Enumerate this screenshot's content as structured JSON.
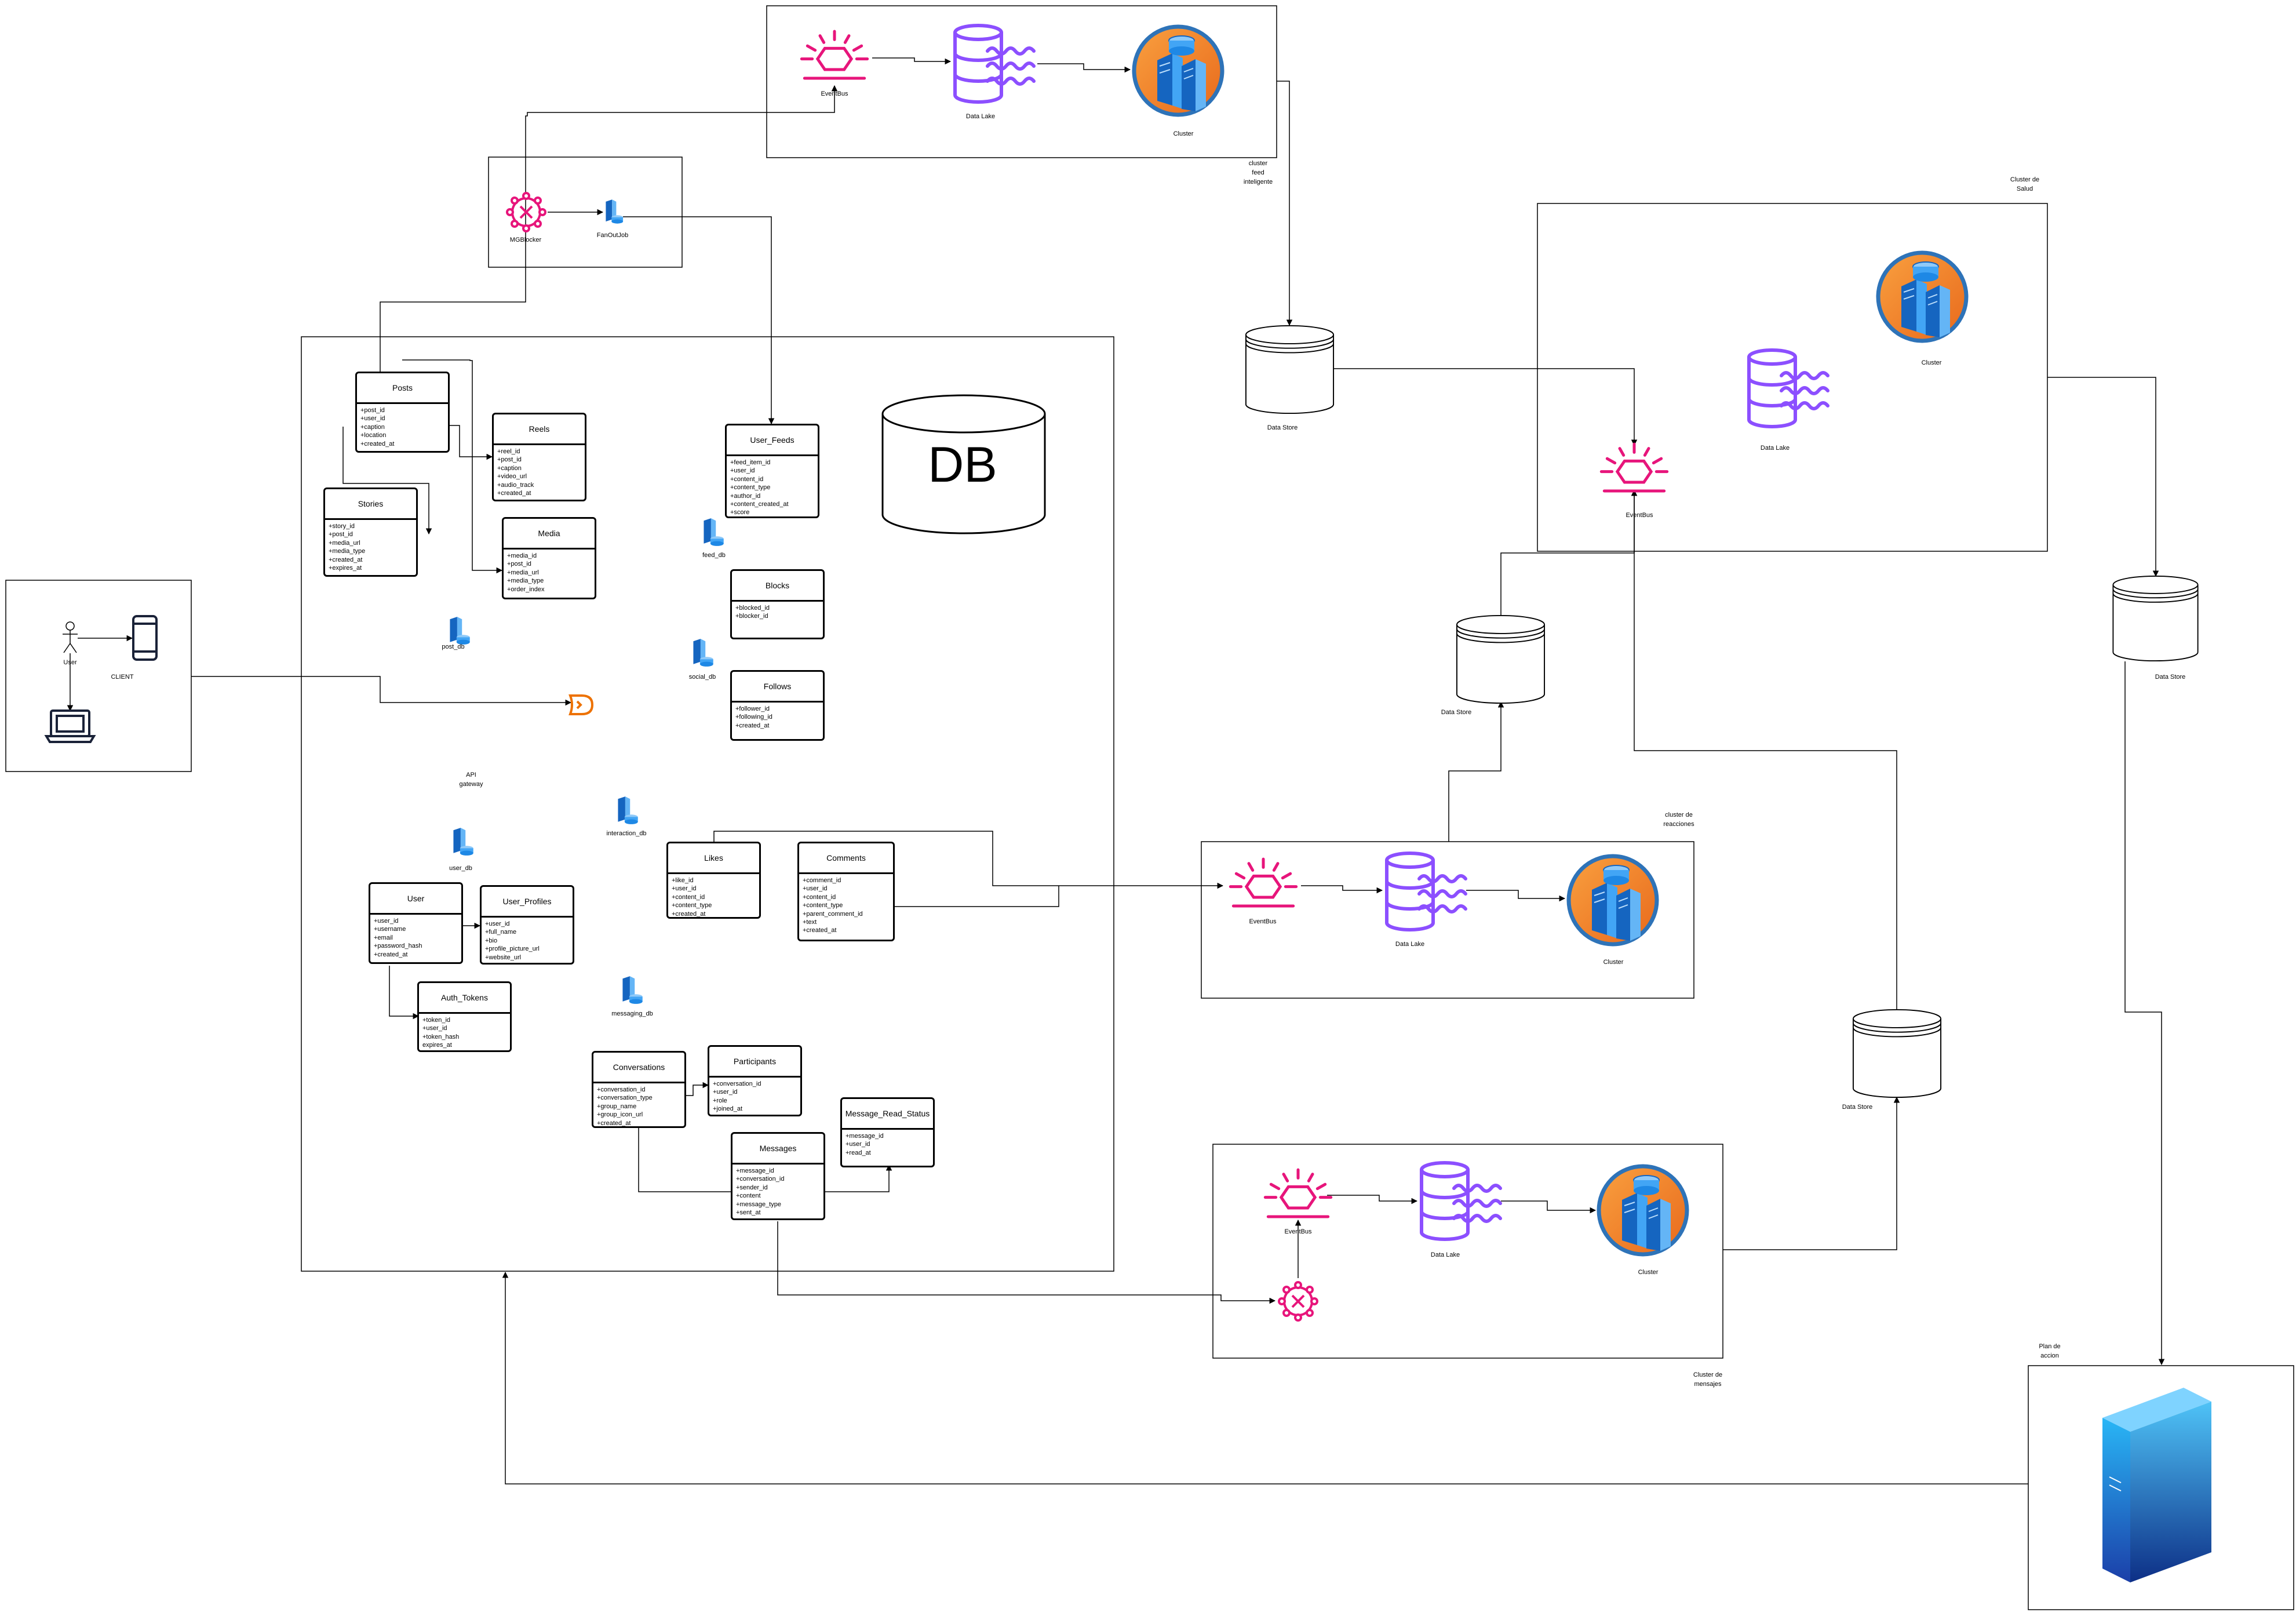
{
  "labels": {
    "eventbus": "EventBus",
    "data_lake": "Data Lake",
    "cluster": "Cluster",
    "data_store": "Data Store",
    "mgblocker": "MGBlocker",
    "fanoutjob": "FanOutJob",
    "client": "CLIENT",
    "user_actor": "User",
    "api_gateway_1": "API",
    "api_gateway_2": "gateway",
    "big_db": "DB",
    "cluster_feed": [
      "cluster",
      "feed",
      "inteligente"
    ],
    "cluster_salud": [
      "Cluster de",
      "Salud"
    ],
    "cluster_reacciones": [
      "cluster de",
      "reacciones"
    ],
    "cluster_mensajes": [
      "Cluster de",
      "mensajes"
    ],
    "plan_accion": [
      "Plan de",
      "accion"
    ]
  },
  "dbs": {
    "post_db": "post_db",
    "feed_db": "feed_db",
    "social_db": "social_db",
    "interaction_db": "interaction_db",
    "user_db": "user_db",
    "messaging_db": "messaging_db"
  },
  "tables": {
    "posts": {
      "title": "Posts",
      "fields": [
        "+post_id",
        "+user_id",
        "+caption",
        "+location",
        "+created_at"
      ]
    },
    "reels": {
      "title": "Reels",
      "fields": [
        "+reel_id",
        "+post_id",
        "+caption",
        "+video_url",
        "+audio_track",
        "+created_at"
      ]
    },
    "stories": {
      "title": "Stories",
      "fields": [
        "+story_id",
        "+post_id",
        "+media_url",
        "+media_type",
        "+created_at",
        "+expires_at"
      ]
    },
    "media": {
      "title": "Media",
      "fields": [
        "+media_id",
        "+post_id",
        "+media_url",
        "+media_type",
        "+order_index"
      ]
    },
    "user_feeds": {
      "title": "User_Feeds",
      "fields": [
        "+feed_item_id",
        "+user_id",
        "+content_id",
        "+content_type",
        "+author_id",
        "+content_created_at",
        "+score"
      ]
    },
    "blocks": {
      "title": "Blocks",
      "fields": [
        "+blocked_id",
        "+blocker_id"
      ]
    },
    "follows": {
      "title": "Follows",
      "fields": [
        "+follower_id",
        "+following_id",
        "+created_at"
      ]
    },
    "likes": {
      "title": "Likes",
      "fields": [
        "+like_id",
        "+user_id",
        "+content_id",
        "+content_type",
        "+created_at"
      ]
    },
    "comments": {
      "title": "Comments",
      "fields": [
        "+comment_id",
        "+user_id",
        "+content_id",
        "+content_type",
        "+parent_comment_id",
        "+text",
        "+created_at"
      ]
    },
    "user": {
      "title": "User",
      "fields": [
        "+user_id",
        "+username",
        "+email",
        "+password_hash",
        "+created_at"
      ]
    },
    "user_profiles": {
      "title": "User_Profiles",
      "fields": [
        "+user_id",
        "+full_name",
        "+bio",
        "+profile_picture_url",
        "+website_url"
      ]
    },
    "auth_tokens": {
      "title": "Auth_Tokens",
      "fields": [
        "+token_id",
        "+user_id",
        "+token_hash",
        "expires_at"
      ]
    },
    "conversations": {
      "title": "Conversations",
      "fields": [
        "+conversation_id",
        "+conversation_type",
        "+group_name",
        "+group_icon_url",
        "+created_at"
      ]
    },
    "participants": {
      "title": "Participants",
      "fields": [
        "+conversation_id",
        "+user_id",
        "+role",
        "+joined_at"
      ]
    },
    "messages": {
      "title": "Messages",
      "fields": [
        "+message_id",
        "+conversation_id",
        "+sender_id",
        "+content",
        "+message_type",
        "+sent_at"
      ]
    },
    "message_read_status": {
      "title": "Message_Read_Status",
      "fields": [
        "+message_id",
        "+user_id",
        "+read_at"
      ]
    }
  },
  "colors": {
    "eventbus": "#e7157b",
    "datalake": "#8c4fff",
    "cluster_orange": "#f58536",
    "cluster_blue": "#2e73b8",
    "gateway": "#ed7100",
    "db_icon": "#2f7fd8"
  }
}
